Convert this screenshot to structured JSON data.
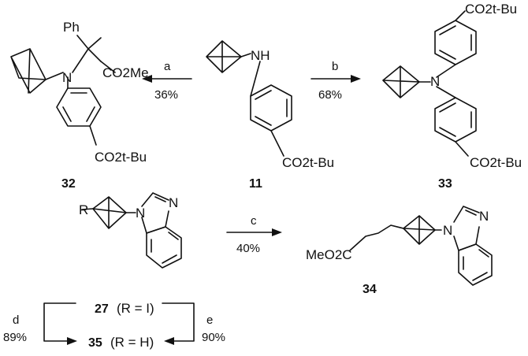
{
  "scheme": {
    "compounds": {
      "c32": {
        "number": "32",
        "ph": "Ph",
        "ester": "CO2Me",
        "n": "N",
        "tbu": "CO2t-Bu"
      },
      "c11": {
        "number": "11",
        "nh": "NH",
        "tbu": "CO2t-Bu"
      },
      "c33": {
        "number": "33",
        "n": "N",
        "tbu_top": "CO2t-Bu",
        "tbu_bottom": "CO2t-Bu"
      },
      "c27": {
        "number": "27",
        "r": "R",
        "n1": "N",
        "n3": "N",
        "label": "(R = I)"
      },
      "c34": {
        "number": "34",
        "ester": "MeO2C",
        "n1": "N",
        "n3": "N"
      },
      "c35": {
        "number": "35",
        "label": "(R = H)"
      }
    },
    "steps": {
      "a": {
        "letter": "a",
        "yield": "36%"
      },
      "b": {
        "letter": "b",
        "yield": "68%"
      },
      "c": {
        "letter": "c",
        "yield": "40%"
      },
      "d": {
        "letter": "d",
        "yield": "89%"
      },
      "e": {
        "letter": "e",
        "yield": "90%"
      }
    }
  }
}
